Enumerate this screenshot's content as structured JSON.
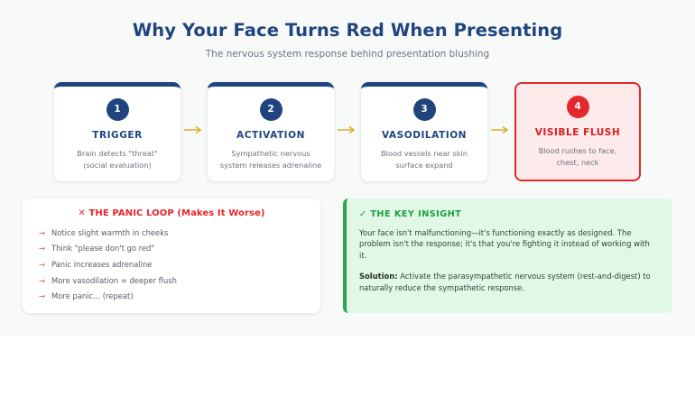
{
  "header": {
    "title": "Why Your Face Turns Red When Presenting",
    "subtitle": "The nervous system response behind presentation blushing"
  },
  "colors": {
    "navy": "#21447f",
    "red": "#e2282c",
    "red_bright": "#e8252a",
    "pink_bg": "#fdeaea",
    "green": "#2aa84a",
    "green_text": "#17a03c",
    "green_bg": "#e2f8e6",
    "gold_arrow": "#dcae2a",
    "page_bg": "#f8fafa"
  },
  "steps": [
    {
      "number": "1",
      "title": "TRIGGER",
      "desc_line1": "Brain detects \"threat\"",
      "desc_line2": "(social evaluation)",
      "final": false
    },
    {
      "number": "2",
      "title": "ACTIVATION",
      "desc_line1": "Sympathetic nervous",
      "desc_line2": "system releases adrenaline",
      "final": false
    },
    {
      "number": "3",
      "title": "VASODILATION",
      "desc_line1": "Blood vessels near skin",
      "desc_line2": "surface expand",
      "final": false
    },
    {
      "number": "4",
      "title": "VISIBLE FLUSH",
      "desc_line1": "Blood rushes to face,",
      "desc_line2": "chest, neck",
      "final": true
    }
  ],
  "panic_loop": {
    "title": "✕ THE PANIC LOOP (Makes It Worse)",
    "arrow_glyph": "→",
    "items": [
      "Notice slight warmth in cheeks",
      "Think \"please don't go red\"",
      "Panic increases adrenaline",
      "More vasodilation = deeper flush",
      "More panic... (repeat)"
    ]
  },
  "key_insight": {
    "title": "✓ THE KEY INSIGHT",
    "body": "Your face isn't malfunctioning—it's functioning exactly as designed. The problem isn't the response; it's that you're fighting it instead of working with it.",
    "solution_label": "Solution:",
    "solution_text": "Activate the parasympathetic nervous system (rest-and-digest) to naturally reduce the sympathetic response."
  }
}
